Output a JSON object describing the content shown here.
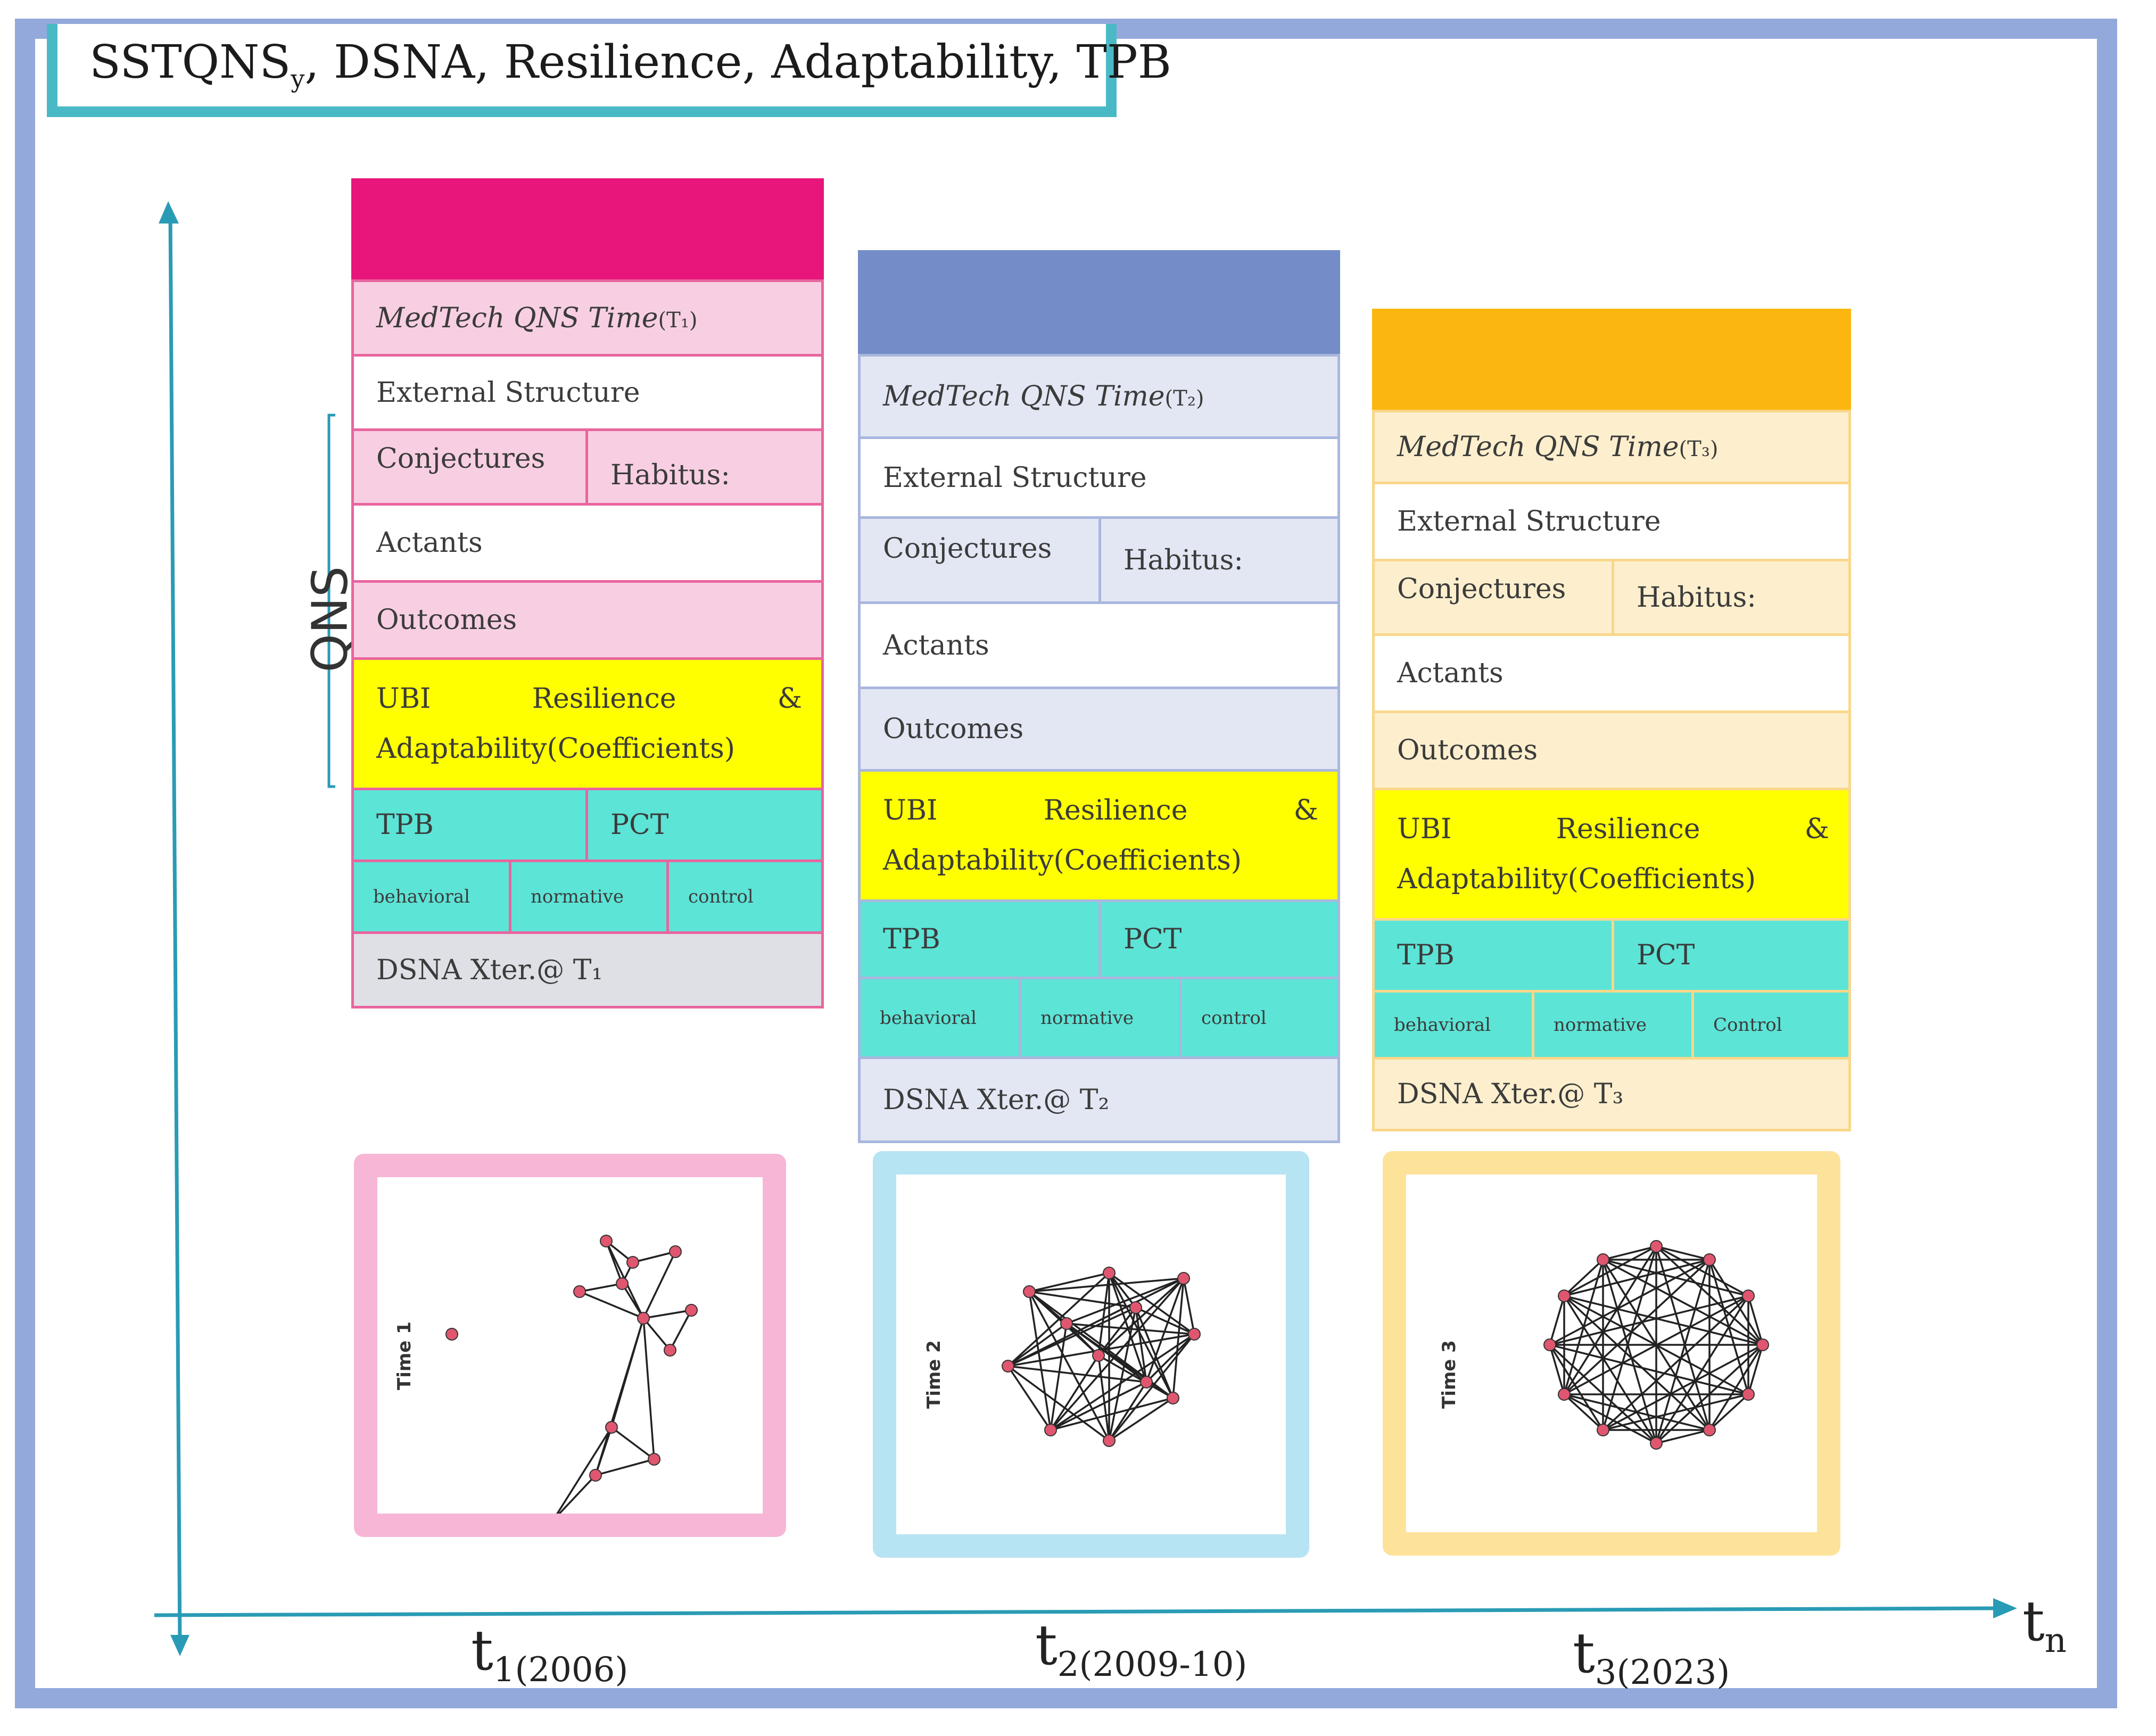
{
  "title": {
    "main": "SSTQNS",
    "sub": "y",
    "rest": ", DSNA, Resilience, Adaptability, TPB"
  },
  "y_axis_label": "QNS",
  "x_axis": {
    "end_label": "t",
    "end_sub": "n"
  },
  "colors": {
    "frame": "#93a9dc",
    "title_border": "#4ab9c6",
    "axis": "#2a9bb5",
    "t1_header": "#e8157a",
    "t1_fill": "#f8cfe2",
    "t1_border": "#e8659f",
    "t1_net_border": "#f7b6d6",
    "t2_header": "#748dc9",
    "t2_fill": "#e3e7f4",
    "t2_border": "#a9b7de",
    "t2_net_border": "#b7e4f3",
    "t3_header": "#fbb70f",
    "t3_fill": "#fdefcd",
    "t3_border": "#f9d78a",
    "t3_net_border": "#fde39a",
    "ubi": "#ffff00",
    "tpb": "#5ce4d6",
    "dsna_t1": "#dfe0e5"
  },
  "stacks": [
    {
      "time_label": "MedTech QNS Time",
      "time_sub": "(T₁)",
      "external": "External Structure",
      "conjectures": "Conjectures",
      "habitus": "Habitus:",
      "actants": "Actants",
      "outcomes": "Outcomes",
      "ubi_a": "UBI",
      "ubi_b": "Resilience",
      "ubi_c": "&",
      "ubi_d": "Adaptability(Coefficients)",
      "tpb": "TPB",
      "pct": "PCT",
      "behavioral": "behavioral",
      "normative": "normative",
      "control": "control",
      "dsna": "DSNA Xter.@ T₁",
      "network_label": "Time 1",
      "axis_label": "t",
      "axis_sub": "1(2006)"
    },
    {
      "time_label": "MedTech QNS Time",
      "time_sub": "(T₂)",
      "external": "External Structure",
      "conjectures": "Conjectures",
      "habitus": "Habitus:",
      "actants": "Actants",
      "outcomes": "Outcomes",
      "ubi_a": "UBI",
      "ubi_b": "Resilience",
      "ubi_c": "&",
      "ubi_d": "Adaptability(Coefficients)",
      "tpb": "TPB",
      "pct": "PCT",
      "behavioral": "behavioral",
      "normative": "normative",
      "control": "control",
      "dsna": "DSNA Xter.@ T₂",
      "network_label": "Time 2",
      "axis_label": "t",
      "axis_sub": "2(2009-10)"
    },
    {
      "time_label": "MedTech QNS Time",
      "time_sub": "(T₃)",
      "external": "External Structure",
      "conjectures": "Conjectures",
      "habitus": "Habitus:",
      "actants": "Actants",
      "outcomes": "Outcomes",
      "ubi_a": "UBI",
      "ubi_b": "Resilience",
      "ubi_c": "&",
      "ubi_d": "Adaptability(Coefficients)",
      "tpb": "TPB",
      "pct": "PCT",
      "behavioral": "behavioral",
      "normative": "normative",
      "control": "Control",
      "dsna": "DSNA Xter.@ T₃",
      "network_label": "Time 3",
      "axis_label": "t",
      "axis_sub": "3(2023)"
    }
  ]
}
